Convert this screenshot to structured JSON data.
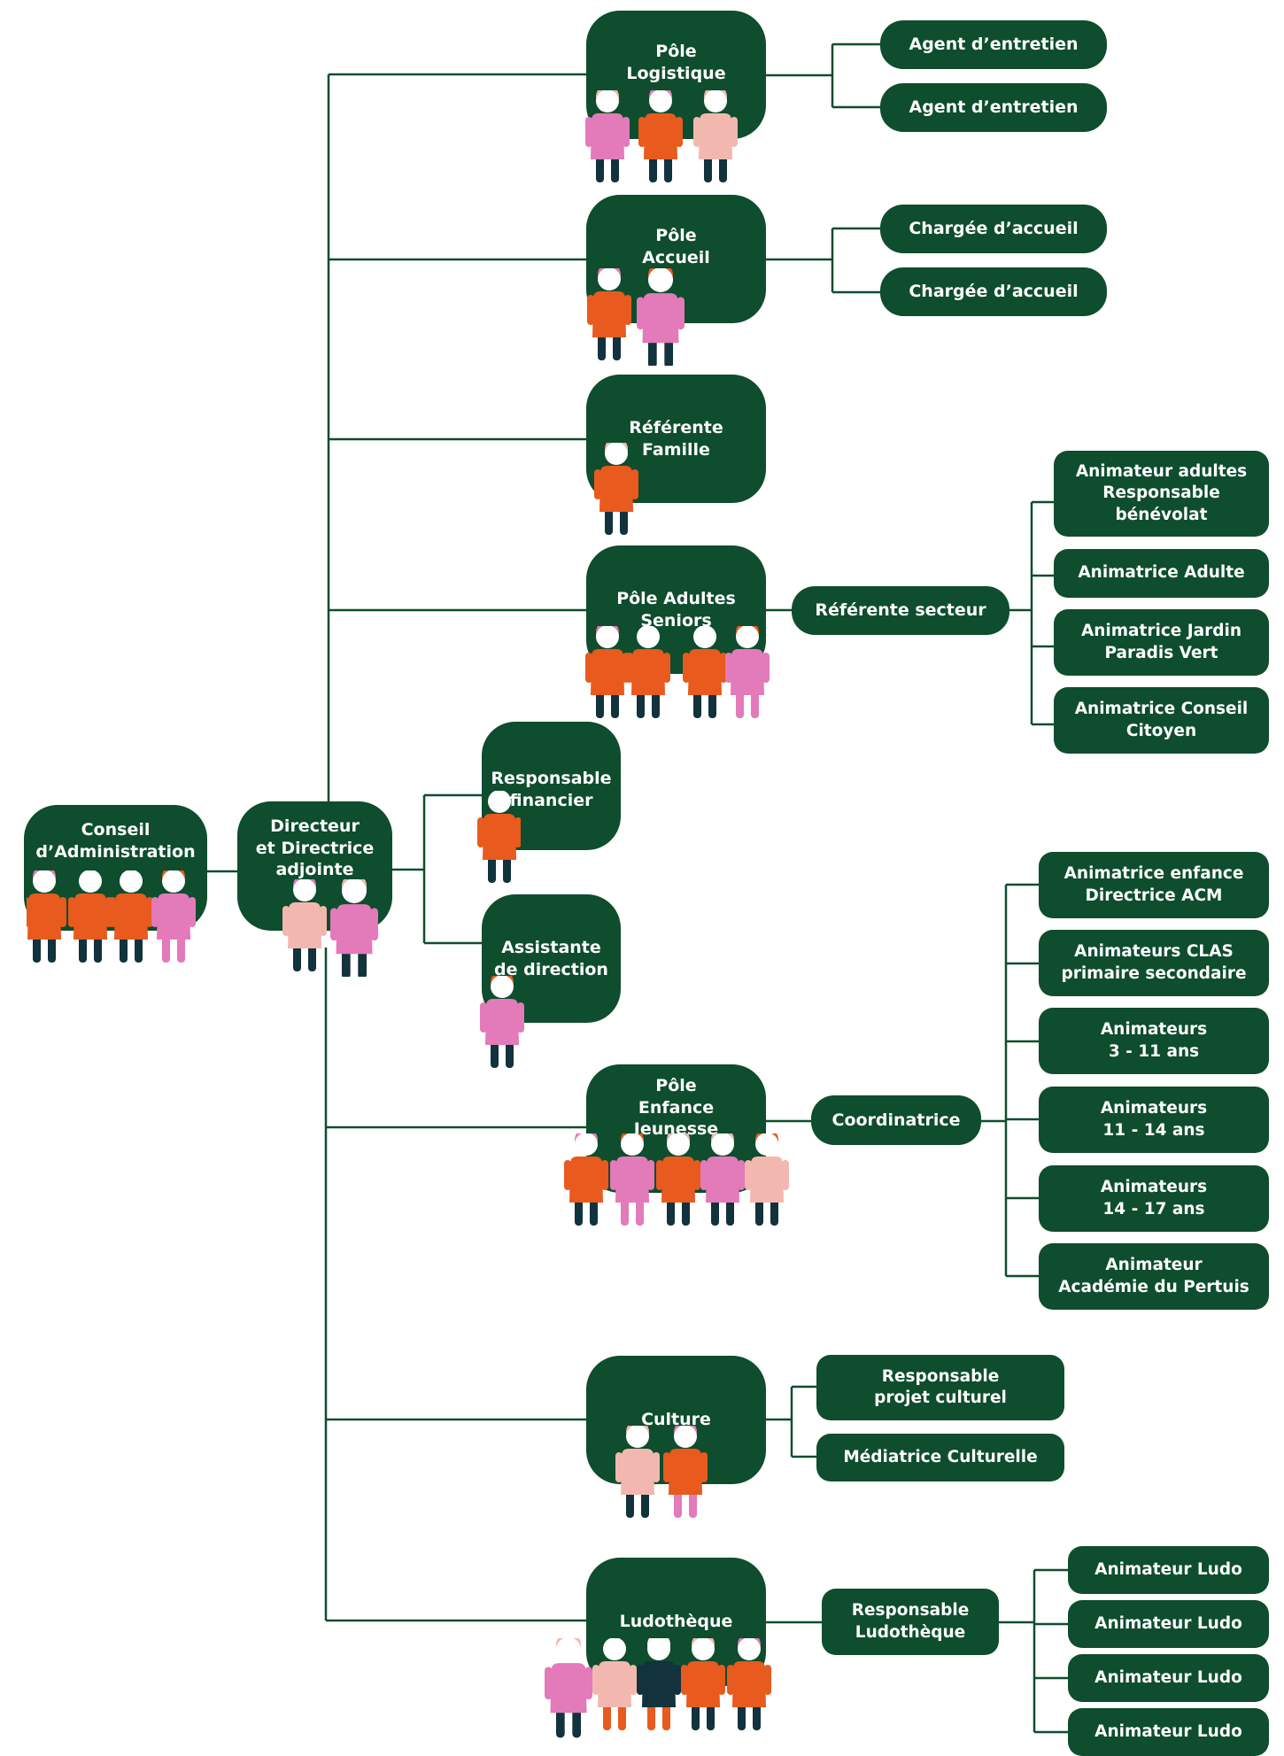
{
  "colors": {
    "node": "#0e4d2d",
    "line": "#0e4d2d",
    "text": "#ffffff",
    "orange": "#e85a1e",
    "pink": "#e37ab9",
    "light_pink": "#f2b8b0",
    "navy": "#12323d",
    "white": "#ffffff"
  },
  "org": {
    "conseil": "Conseil\nd’Administration",
    "direction": "Directeur\net Directrice\nadjointe",
    "responsable_financier": "Responsable\nfinancier",
    "assistante_direction": "Assistante\nde direction",
    "pole_logistique": "Pôle\nLogistique",
    "agent1": "Agent d’entretien",
    "agent2": "Agent d’entretien",
    "pole_accueil": "Pôle\nAccueil",
    "accueil1": "Chargée d’accueil",
    "accueil2": "Chargée d’accueil",
    "referente_famille": "Référente\nFamille",
    "pole_adultes": "Pôle Adultes\nSeniors",
    "referente_secteur": "Référente secteur",
    "adultes_items": [
      "Animateur adultes\nResponsable\nbénévolat",
      "Animatrice Adulte",
      "Animatrice Jardin\nParadis Vert",
      "Animatrice Conseil\nCitoyen"
    ],
    "pole_enfance": "Pôle\nEnfance\nJeunesse",
    "coordinatrice": "Coordinatrice",
    "enfance_items": [
      "Animatrice enfance\nDirectrice ACM",
      "Animateurs CLAS\nprimaire secondaire",
      "Animateurs\n3 - 11 ans",
      "Animateurs\n11 - 14 ans",
      "Animateurs\n14 - 17 ans",
      "Animateur\nAcadémie du Pertuis"
    ],
    "culture": "Culture",
    "culture_items": [
      "Responsable\nprojet culturel",
      "Médiatrice Culturelle"
    ],
    "ludotheque": "Ludothèque",
    "responsable_ludotheque": "Responsable\nLudothèque",
    "ludo_items": [
      "Animateur Ludo",
      "Animateur Ludo",
      "Animateur Ludo",
      "Animateur Ludo"
    ]
  }
}
